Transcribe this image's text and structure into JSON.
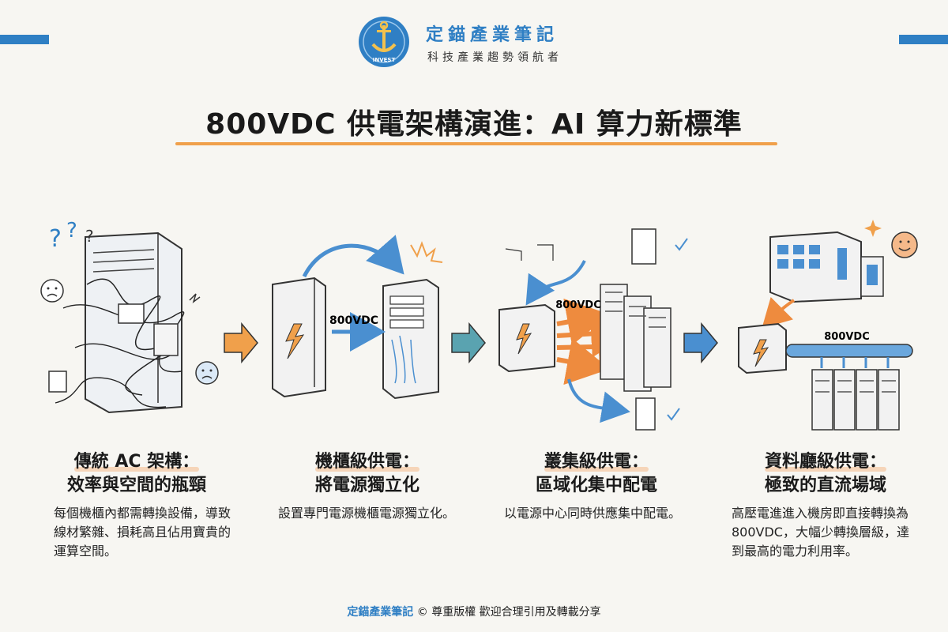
{
  "brand": {
    "name": "定錨產業筆記",
    "slogan": "科技產業趨勢領航者",
    "logo_text": "INVEST"
  },
  "title": "800VDC 供電架構演進：AI 算力新標準",
  "stages": [
    {
      "heading1": "傳統 AC 架構：",
      "heading2": "效率與空間的瓶頸",
      "desc": "每個機櫃內都需轉換設備，導致線材繁雜、損耗高且佔用寶貴的運算空間。"
    },
    {
      "heading1": "機櫃級供電：",
      "heading2": "將電源獨立化",
      "desc": "設置專門電源機櫃電源獨立化。",
      "diagram_label": "800VDC"
    },
    {
      "heading1": "叢集級供電：",
      "heading2": "區域化集中配電",
      "desc": "以電源中心同時供應集中配電。",
      "diagram_label": "800VDC"
    },
    {
      "heading1": "資料廳級供電：",
      "heading2": "極致的直流場域",
      "desc": "高壓電進進入機房即直接轉換為 800VDC，大幅少轉換層級，達到最高的電力利用率。",
      "diagram_label": "800VDC"
    }
  ],
  "footer": {
    "brand": "定錨產業筆記",
    "copyright": "© 尊重版權 歡迎合理引用及轉載分享"
  },
  "colors": {
    "accent_blue": "#2f7fc4",
    "accent_orange": "#f0a04b",
    "arrow_teal": "#5aa3b0"
  }
}
